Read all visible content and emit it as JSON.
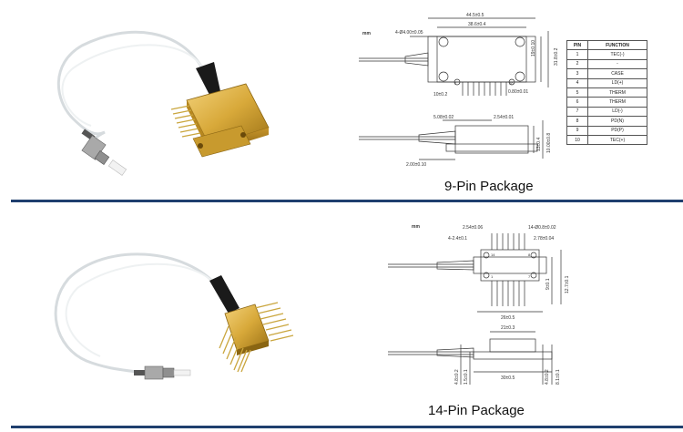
{
  "section1": {
    "caption": "9-Pin Package",
    "drawing": {
      "units": "mm",
      "dims": {
        "total_width": "44.5±0.5",
        "inner_width": "38.6±0.4",
        "holes": "4-Ø4.00±0.05",
        "height_a": "19±0.10",
        "height_b": "31.8±0.2",
        "pin_offset": "10±0.2",
        "pin_thick": "0.80±0.01",
        "side_a": "5.08±0.02",
        "side_b": "2.54±0.01",
        "side_c": "13±0.4",
        "side_d": "10.00±0.8",
        "side_e": "2.00±0.10"
      },
      "pin_labels": [
        "1",
        "10"
      ]
    },
    "pin_table": {
      "headers": [
        "PIN",
        "FUNCTION"
      ],
      "rows": [
        [
          "1",
          "TEC(-)"
        ],
        [
          "2",
          "-"
        ],
        [
          "3",
          "CASE"
        ],
        [
          "4",
          "LD(+)"
        ],
        [
          "5",
          "THERM"
        ],
        [
          "6",
          "THERM"
        ],
        [
          "7",
          "LD(-)"
        ],
        [
          "8",
          "PD(N)"
        ],
        [
          "9",
          "PD(P)"
        ],
        [
          "10",
          "TEC(+)"
        ]
      ]
    }
  },
  "section2": {
    "caption": "14-Pin Package",
    "drawing": {
      "units": "mm",
      "dims": {
        "pitch": "2.54±0.06",
        "pins": "14-Ø0.8±0.02",
        "holes": "4-2.4±0.1",
        "pin_w": "2.78±0.04",
        "width": "26±0.5",
        "h_a": "9±0.1",
        "h_b": "12.7±0.1",
        "top_w": "21±0.3",
        "base_w": "30±0.5",
        "side_a": "4.8±0.2",
        "side_b": "1.5±0.1",
        "side_c": "4.8±0.2",
        "side_d": "8.1±0.1"
      },
      "pin_labels": [
        "14",
        "8",
        "1",
        "7"
      ]
    }
  },
  "colors": {
    "gold": "#d8a93a",
    "gold_dark": "#a57a1c",
    "divider": "#1f3f6e",
    "fiber": "#e8ecee"
  }
}
